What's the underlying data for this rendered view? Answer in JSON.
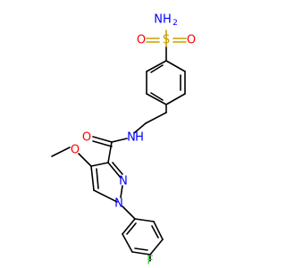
{
  "molecule": {
    "atoms": {
      "sulfonamide_nh2": "NH",
      "sulfonamide_nh2_sub": "2",
      "sulfonyl_s": "S",
      "sulfonyl_o_left": "O",
      "sulfonyl_o_right": "O",
      "amide_nh": "N",
      "amide_nh_h": "H",
      "carbonyl_o": "O",
      "methoxy_o": "O",
      "pyrazole_n2": "N",
      "pyrazole_n1": "N",
      "fluoro": "F"
    },
    "colors": {
      "carbon_bond": "#000000",
      "nitrogen": "#0000ff",
      "oxygen": "#ff0000",
      "sulfur": "#c8a000",
      "fluorine": "#33cc33"
    }
  }
}
